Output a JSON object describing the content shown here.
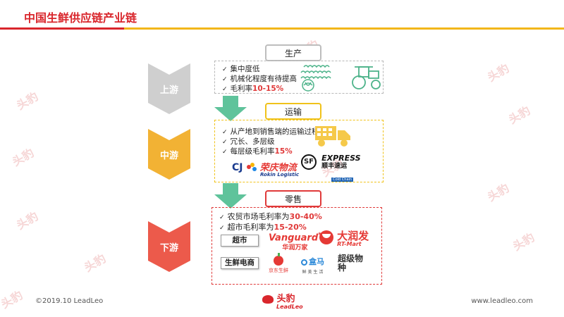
{
  "title": "中国生鲜供应链产业链",
  "watermark": "头豹",
  "watermark_sub": "LeadLeo",
  "chevrons": [
    {
      "label": "上游",
      "color": "#cfcfcf"
    },
    {
      "label": "中游",
      "color": "#f2b234"
    },
    {
      "label": "下游",
      "color": "#ec5a4b"
    }
  ],
  "arrow_color": "#5fc39b",
  "stages": {
    "production": {
      "label": "生产",
      "bullets": [
        "集中度低",
        "机械化程度有待提高"
      ],
      "margin_prefix": "毛利率",
      "margin_value": "10-15%"
    },
    "transport": {
      "label": "运输",
      "bullets": [
        "从产地到销售端的运输过程",
        "冗长、多层级"
      ],
      "margin_prefix": "每层级毛利率",
      "margin_value": "15%",
      "logos": {
        "cj_mark": "CJ",
        "rokin_cn": "荣庆物流",
        "rokin_en": "Rokin Logistic",
        "sf_mark": "SF",
        "sf_en": "EXPRESS",
        "sf_cn": "顺丰速运",
        "sf_tag": "Cold Chain"
      }
    },
    "retail": {
      "label": "零售",
      "line1_prefix": "农贸市场毛利率为",
      "line1_value": "30-40%",
      "line2_prefix": "超市毛利率为",
      "line2_value": "15-20%",
      "tag_supermarket": "超市",
      "tag_ecommerce": "生鲜电商",
      "vanguard_en": "Vanguard",
      "vanguard_cn": "华润万家",
      "rtmart_cn": "大润发",
      "rtmart_en": "RT-Mart",
      "jd_cn": "京东生鲜",
      "hema_cn": "盒马",
      "hema_sub": "鲜 美 生 活",
      "chaoji_cn": "超级物种"
    }
  },
  "footer": {
    "copyright": "©2019.10 LeadLeo",
    "logo_cn": "头豹",
    "logo_en": "LeadLeo",
    "url": "www.leadleo.com"
  }
}
